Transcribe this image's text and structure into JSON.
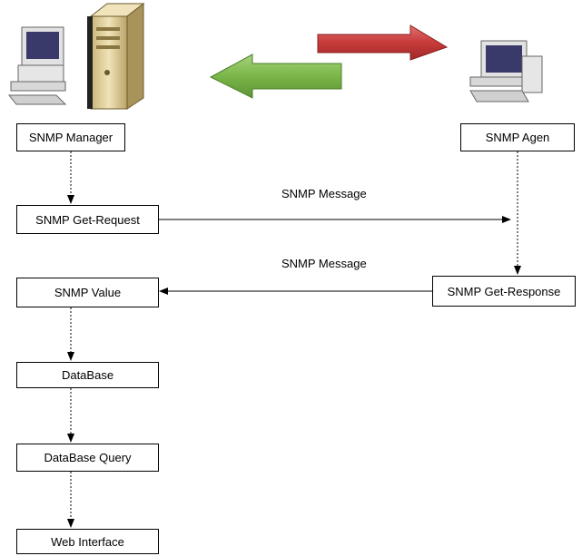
{
  "nodes": {
    "manager": "SNMP Manager",
    "agent": "SNMP Agen",
    "get_request": "SNMP Get-Request",
    "get_response": "SNMP Get-Response",
    "value": "SNMP Value",
    "database": "DataBase",
    "database_query": "DataBase Query",
    "web_interface": "Web Interface"
  },
  "edges": {
    "request_label": "SNMP Message",
    "response_label": "SNMP Message"
  },
  "icons": {
    "manager_station": "desktop-computer-with-server-tower-icon",
    "agent_station": "desktop-computer-icon",
    "outgoing_arrow": "red-right-arrow-icon",
    "incoming_arrow": "green-left-arrow-icon"
  },
  "colors": {
    "outgoing_arrow": "#c83a3a",
    "incoming_arrow": "#7ab648",
    "server": "#e0cf9c",
    "box_border": "#000000"
  }
}
